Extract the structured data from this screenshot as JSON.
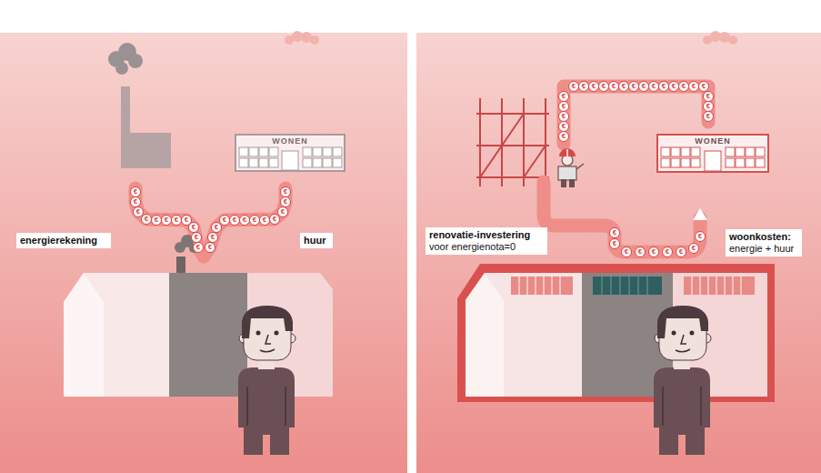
{
  "diagram": {
    "nodes": [
      {
        "text": [
          "WONEN"
        ]
      },
      {
        "text": [
          "energierekening"
        ]
      },
      {
        "text": [
          "huur"
        ]
      },
      {
        "text": [
          "WONEN"
        ]
      },
      {
        "text": [
          "renovatie-investering",
          "voor energienota=0"
        ]
      },
      {
        "text": [
          "woonkosten:",
          "energie + huur"
        ]
      },
      {
        "text": [
          "€"
        ]
      },
      {
        "text": [
          "€"
        ]
      },
      {
        "text": [
          "€"
        ]
      },
      {
        "text": [
          "€"
        ]
      },
      {
        "text": [
          "€"
        ]
      },
      {
        "text": [
          "€"
        ]
      },
      {
        "text": [
          "€"
        ]
      },
      {
        "text": [
          "€"
        ]
      },
      {
        "text": [
          "€"
        ]
      },
      {
        "text": [
          "€"
        ]
      },
      {
        "text": [
          "€"
        ]
      },
      {
        "text": [
          "€"
        ]
      },
      {
        "text": [
          "€"
        ]
      },
      {
        "text": [
          "€"
        ]
      },
      {
        "text": [
          "€"
        ]
      },
      {
        "text": [
          "€"
        ]
      },
      {
        "text": [
          "€"
        ]
      },
      {
        "text": [
          "€"
        ]
      },
      {
        "text": [
          "€"
        ]
      },
      {
        "text": [
          "€"
        ]
      },
      {
        "text": [
          "€"
        ]
      },
      {
        "text": [
          "€"
        ]
      },
      {
        "text": [
          "€"
        ]
      },
      {
        "text": [
          "€"
        ]
      },
      {
        "text": [
          "€"
        ]
      },
      {
        "text": [
          "€"
        ]
      },
      {
        "text": [
          "€"
        ]
      },
      {
        "text": [
          "€"
        ]
      },
      {
        "text": [
          "€"
        ]
      },
      {
        "text": [
          "€"
        ]
      },
      {
        "text": [
          "€"
        ]
      },
      {
        "text": [
          "€"
        ]
      },
      {
        "text": [
          "€"
        ]
      },
      {
        "text": [
          "€"
        ]
      },
      {
        "text": [
          "€"
        ]
      },
      {
        "text": [
          "€"
        ]
      },
      {
        "text": [
          "€"
        ]
      },
      {
        "text": [
          "€"
        ]
      },
      {
        "text": [
          "€"
        ]
      },
      {
        "text": [
          "€"
        ]
      },
      {
        "text": [
          "€"
        ]
      },
      {
        "text": [
          "€"
        ]
      },
      {
        "text": [
          "€"
        ]
      },
      {
        "text": [
          "€"
        ]
      },
      {
        "text": [
          "€"
        ]
      },
      {
        "text": [
          "€"
        ]
      },
      {
        "text": [
          "€"
        ]
      },
      {
        "text": [
          "€"
        ]
      },
      {
        "text": [
          "€"
        ]
      },
      {
        "text": [
          "€"
        ]
      },
      {
        "text": [
          "€"
        ]
      },
      {
        "text": [
          "€"
        ]
      },
      {
        "text": [
          "€"
        ]
      },
      {
        "text": [
          "€"
        ]
      }
    ]
  }
}
